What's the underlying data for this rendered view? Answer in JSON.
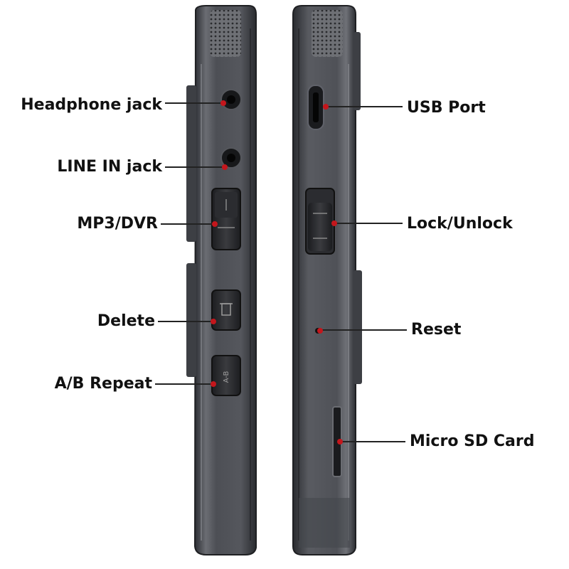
{
  "left_labels": [
    "Headphone jack",
    "LINE IN jack",
    "MP3/DVR",
    "Delete",
    "A/B Repeat"
  ],
  "right_labels": [
    "USB Port",
    "Lock/Unlock",
    "Reset",
    "Micro SD Card"
  ],
  "button_glyphs": {
    "mode_switch_top": "⊥",
    "delete": "🗑",
    "ab_repeat": "A-B"
  },
  "colors": {
    "body_dark": "#3a3c41",
    "body_mid": "#5a5c62",
    "body_light": "#8a8c92",
    "leader_line": "#222222",
    "marker_dot": "#c4161c",
    "text": "#111111"
  }
}
